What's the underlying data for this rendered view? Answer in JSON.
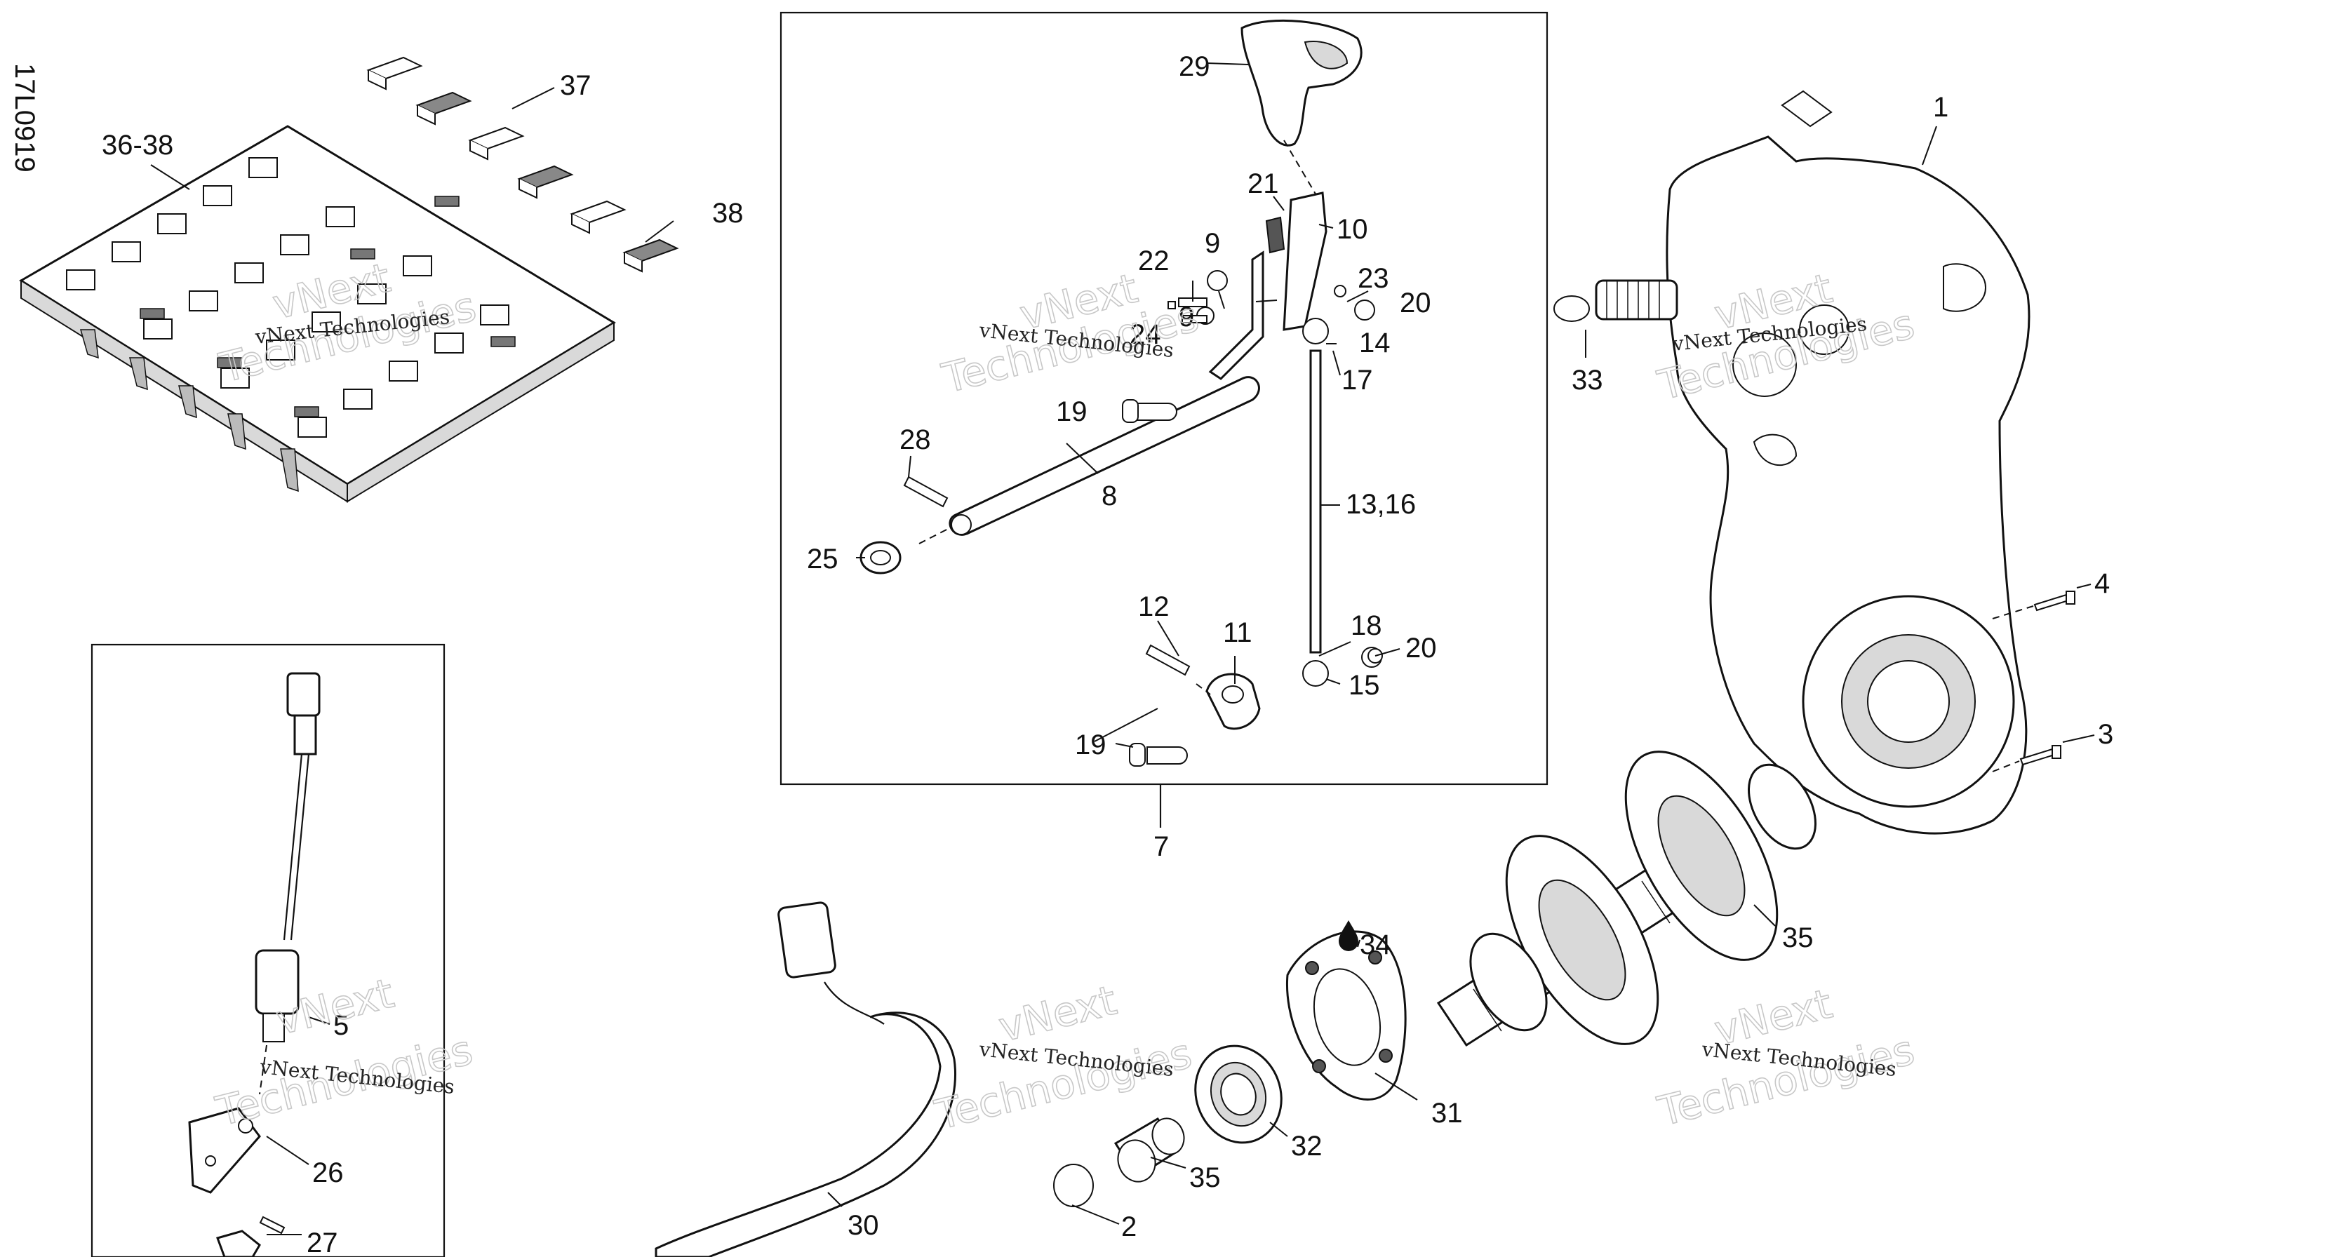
{
  "drawing_id": "17L0919",
  "watermark": {
    "line1": "vNext",
    "line2": "Technologies",
    "caption": "vNext Technologies"
  },
  "callouts": {
    "c1": "1",
    "c2": "2",
    "c3": "3",
    "c4": "4",
    "c5": "5",
    "c7": "7",
    "c8": "8",
    "c9a": "9",
    "c9b": "9",
    "c10": "10",
    "c11": "11",
    "c12": "12",
    "c13_16": "13,16",
    "c14": "14",
    "c15": "15",
    "c17": "17",
    "c18": "18",
    "c19a": "19",
    "c19b": "19",
    "c20a": "20",
    "c20b": "20",
    "c21": "21",
    "c22": "22",
    "c23": "23",
    "c24": "24",
    "c25": "25",
    "c26": "26",
    "c27": "27",
    "c28": "28",
    "c29": "29",
    "c30": "30",
    "c31": "31",
    "c32": "32",
    "c33": "33",
    "c34": "34",
    "c35a": "35",
    "c35b": "35",
    "c36_38": "36-38",
    "c37": "37",
    "c38": "38"
  },
  "icons": {
    "drop": "oil-drop-icon"
  }
}
